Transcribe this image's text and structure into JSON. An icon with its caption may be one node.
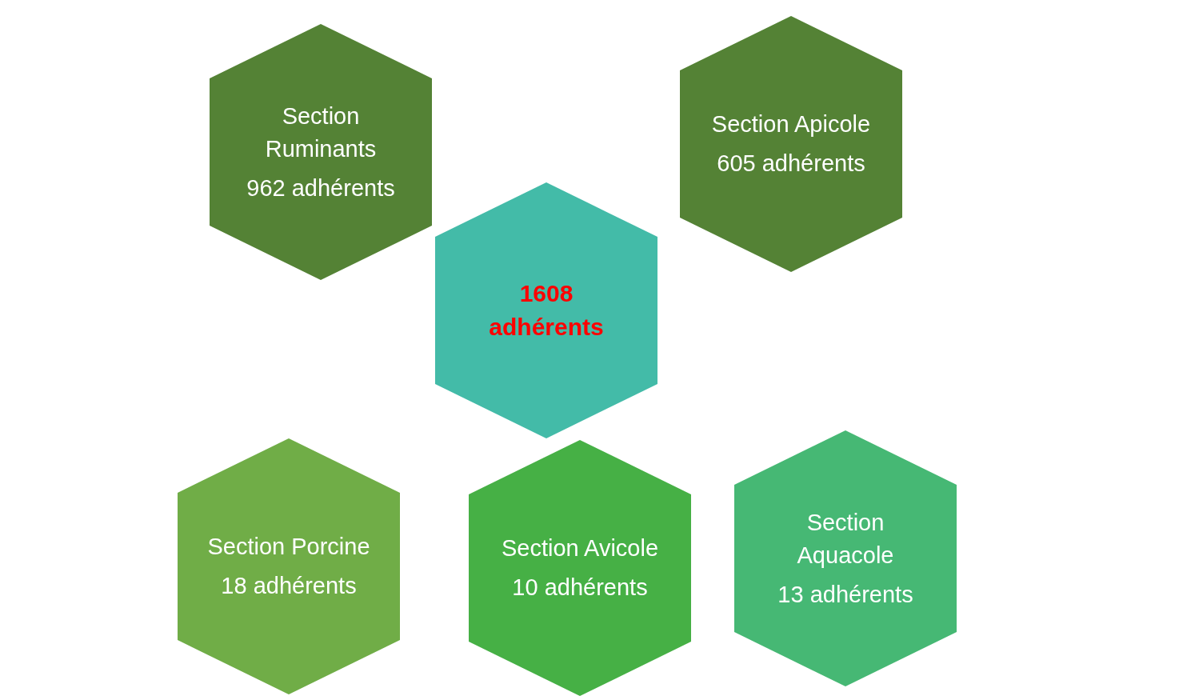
{
  "diagram": {
    "nodes": [
      {
        "text": [
          "Section Ruminants",
          "962 adhérents"
        ]
      },
      {
        "text": [
          "Section Apicole",
          "605 adhérents"
        ]
      },
      {
        "text": [
          "1608 adhérents"
        ]
      },
      {
        "text": [
          "Section Porcine",
          "18 adhérents"
        ]
      },
      {
        "text": [
          "Section Avicole",
          "10 adhérents"
        ]
      },
      {
        "text": [
          "Section Aquacole",
          "13 adhérents"
        ]
      }
    ],
    "edges": []
  }
}
